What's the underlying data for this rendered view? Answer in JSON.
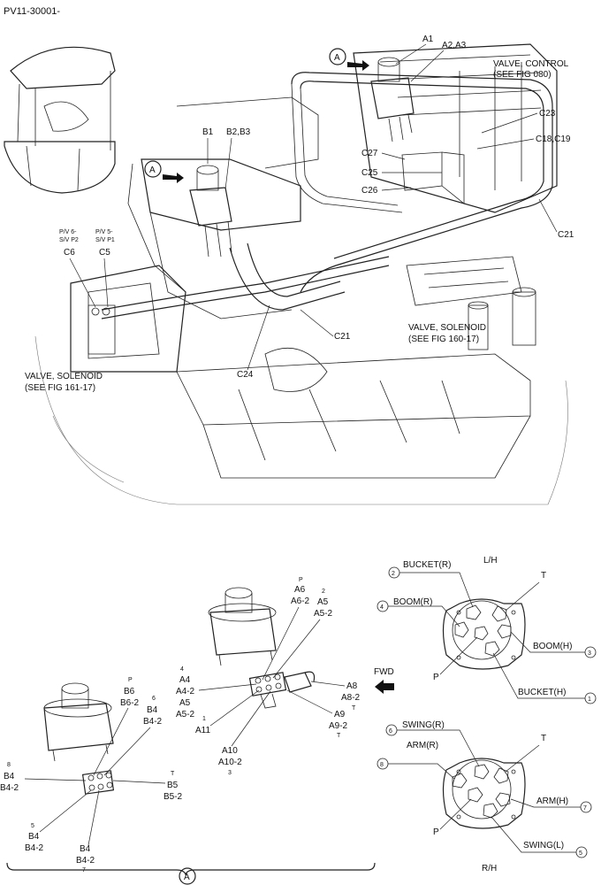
{
  "header": {
    "code": "PV11-30001-"
  },
  "top": {
    "view_marks": [
      "A",
      "A"
    ],
    "labels": {
      "a1": "A1",
      "a2a3": "A2,A3",
      "valve_control_1": "VALVE, CONTROL",
      "valve_control_2": "(SEE FIG 080)",
      "c23": "C23",
      "c18c19": "C18,C19",
      "b1": "B1",
      "b2b3": "B2,B3",
      "c27": "C27",
      "c25": "C25",
      "c26": "C26",
      "pv6": "P/V 6-",
      "sv_p2": "S/V P2",
      "c6": "C6",
      "pv5": "P/V 5-",
      "sv_p1": "S/V P1",
      "c5": "C5",
      "c21a": "C21",
      "c21b": "C21",
      "c24": "C24",
      "valve_sol_r1": "VALVE, SOLENOID",
      "valve_sol_r2": "(SEE FIG 160-17)",
      "valve_sol_l1": "VALVE, SOLENOID",
      "valve_sol_l2": "(SEE FIG 161-17)"
    }
  },
  "detail": {
    "view_mark": "A",
    "fwd": "FWD",
    "left_lever": {
      "p": "P",
      "b6": "B6",
      "b6_2": "B6-2",
      "n6": "6",
      "b4_top": "B4",
      "b4_2_top": "B4-2",
      "n8": "8",
      "b4_left": "B4",
      "b4_2_left": "B4-2",
      "t": "T",
      "b5": "B5",
      "b5_2": "B5-2",
      "n5": "5",
      "b4_bl": "B4",
      "b4_2_bl": "B4-2",
      "b4_bot": "B4",
      "b4_2_bot": "B4-2",
      "n7": "7"
    },
    "right_lever": {
      "p": "P",
      "a6": "A6",
      "a6_2": "A6-2",
      "n2": "2",
      "a5_top": "A5",
      "a5_2_top": "A5-2",
      "n4": "4",
      "a4": "A4",
      "a4_2": "A4-2",
      "a5": "A5",
      "a5_2": "A5-2",
      "n1": "1",
      "a11": "A11",
      "a10": "A10",
      "a10_2": "A10-2",
      "n3": "3",
      "a8": "A8",
      "a8_2": "A8-2",
      "t_a8": "T",
      "a9": "A9",
      "a9_2": "A9-2",
      "t_a9": "T"
    }
  },
  "ports_lh": {
    "title": "L/H",
    "bucket_r": "BUCKET(R)",
    "n2": "2",
    "t": "T",
    "boom_r": "BOOM(R)",
    "n4": "4",
    "boom_h": "BOOM(H)",
    "n3": "3",
    "p": "P",
    "bucket_h": "BUCKET(H)",
    "n1": "1"
  },
  "ports_rh": {
    "title": "R/H",
    "swing_r": "SWING(R)",
    "n6": "6",
    "arm_r": "ARM(R)",
    "n8": "8",
    "t": "T",
    "arm_h": "ARM(H)",
    "n7": "7",
    "p": "P",
    "swing_l": "SWING(L)",
    "n5": "5"
  }
}
